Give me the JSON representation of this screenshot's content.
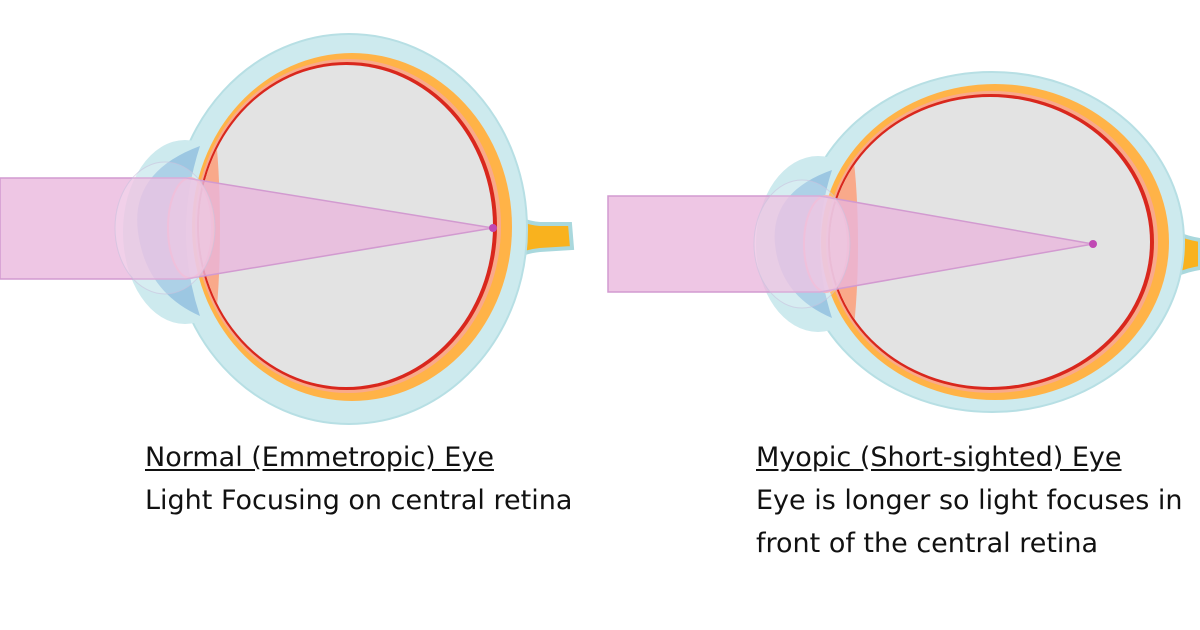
{
  "normal_eye": {
    "title": "Normal (Emmetropic) Eye",
    "description": "Light Focusing on central retina"
  },
  "myopic_eye": {
    "title": "Myopic (Short-sighted) Eye",
    "description": "Eye is longer so light focuses in front of the central retina"
  },
  "colors": {
    "outer_layer": "#cdeaee",
    "outer_layer_stroke": "#a9d8dd",
    "sclera_orange": "#ffb347",
    "choroid_salmon": "#f9a98a",
    "retina_red": "#d9271d",
    "vitreous": "#e3e3e3",
    "cornea": "#9cc7e2",
    "light_beam": "#e9b6dd",
    "light_beam_stroke": "#d29ad0",
    "focus_point": "#c04ab4",
    "optic_nerve": "#f9b21e",
    "text": "#111111"
  }
}
